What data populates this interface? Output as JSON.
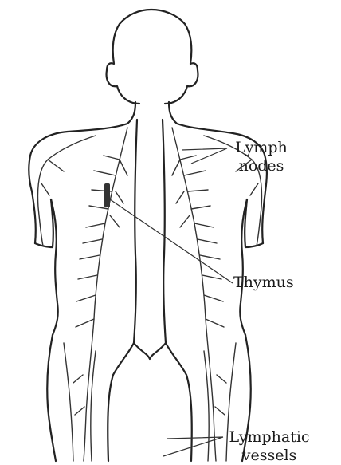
{
  "labels": {
    "lymph_nodes_line1": "Lymph",
    "lymph_nodes_line2": "nodes",
    "thymus": "Thymus",
    "lymphatic_vessels_line1": "Lymphatic",
    "lymphatic_vessels_line2": "vessels"
  }
}
